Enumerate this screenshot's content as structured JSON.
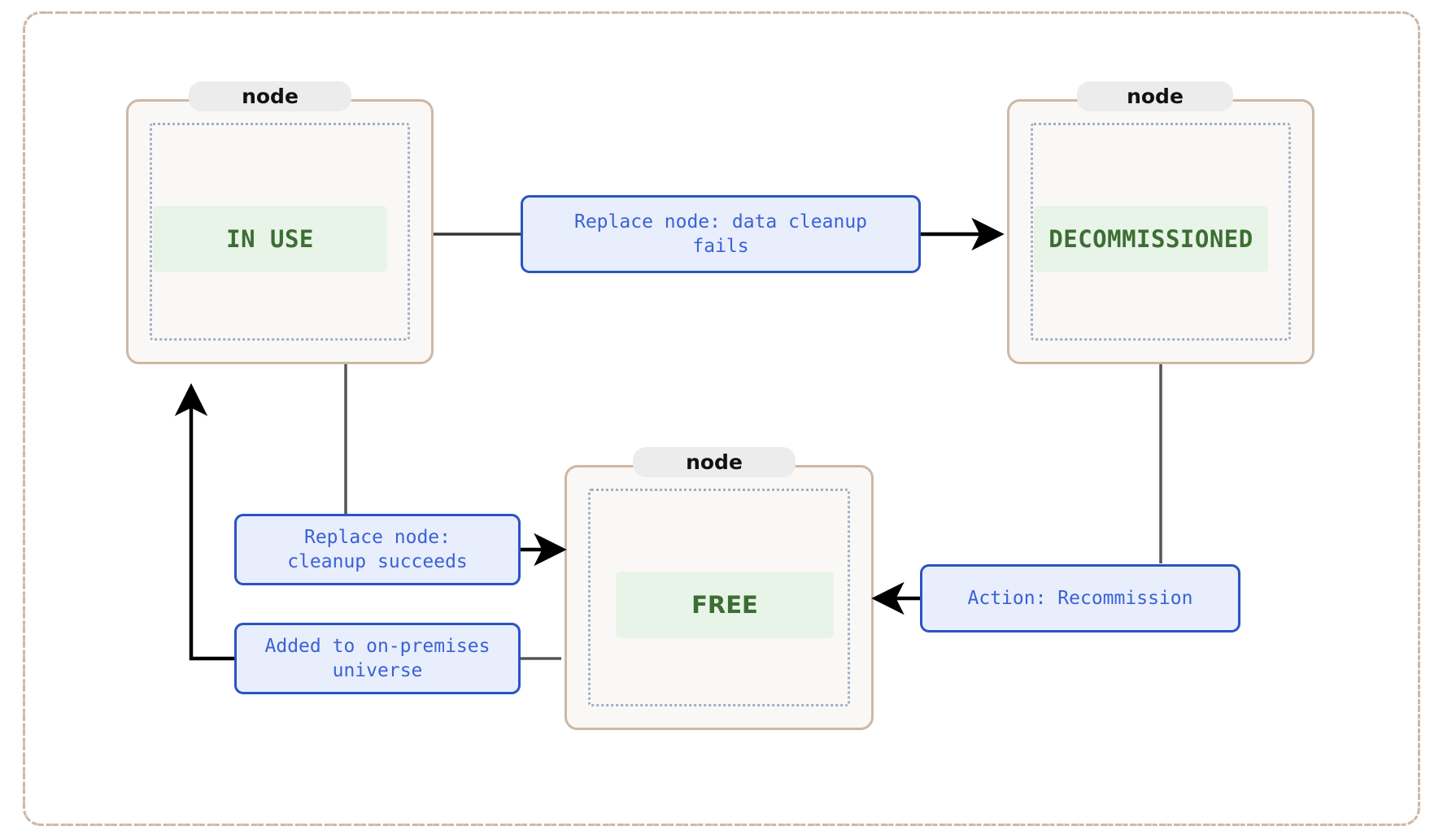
{
  "diagram": {
    "type": "state-diagram",
    "title": "",
    "container_label": "",
    "colors": {
      "node_border": "#cdb8a6",
      "node_fill": "#faf8f6",
      "inner_dotted": "#9fb0c4",
      "pill_fill": "#ececec",
      "state_fill": "#e9f4e8",
      "state_text": "#3c6e33",
      "edge_label_fill": "#e8eefb",
      "edge_label_border": "#2a54c4",
      "edge_label_text": "#3a62d6",
      "edge_line": "#333333",
      "outer_border": "#cdb8a6"
    },
    "nodes": [
      {
        "id": "in_use",
        "group_label": "node",
        "state": "IN USE",
        "font": "mono"
      },
      {
        "id": "decommissioned",
        "group_label": "node",
        "state": "DECOMMISSIONED",
        "font": "mono"
      },
      {
        "id": "free",
        "group_label": "node",
        "state": "FREE",
        "font": "sans"
      }
    ],
    "transitions": [
      {
        "id": "t1",
        "from": "in_use",
        "to": "decommissioned",
        "label": "Replace node: data cleanup fails"
      },
      {
        "id": "t2",
        "from": "in_use",
        "to": "free",
        "label": "Replace node: cleanup succeeds"
      },
      {
        "id": "t3",
        "from": "free",
        "to": "in_use",
        "label": "Added to on-premises universe"
      },
      {
        "id": "t4",
        "from": "decommissioned",
        "to": "free",
        "label": "Action: Recommission"
      }
    ],
    "labels": {
      "t1_line1": "Replace node: data cleanup",
      "t1_line2": "fails",
      "t2_line1": "Replace node:",
      "t2_line2": "cleanup succeeds",
      "t3_line1": "Added to on-premises",
      "t3_line2": "universe",
      "t4_line1": "Action: Recommission"
    }
  }
}
